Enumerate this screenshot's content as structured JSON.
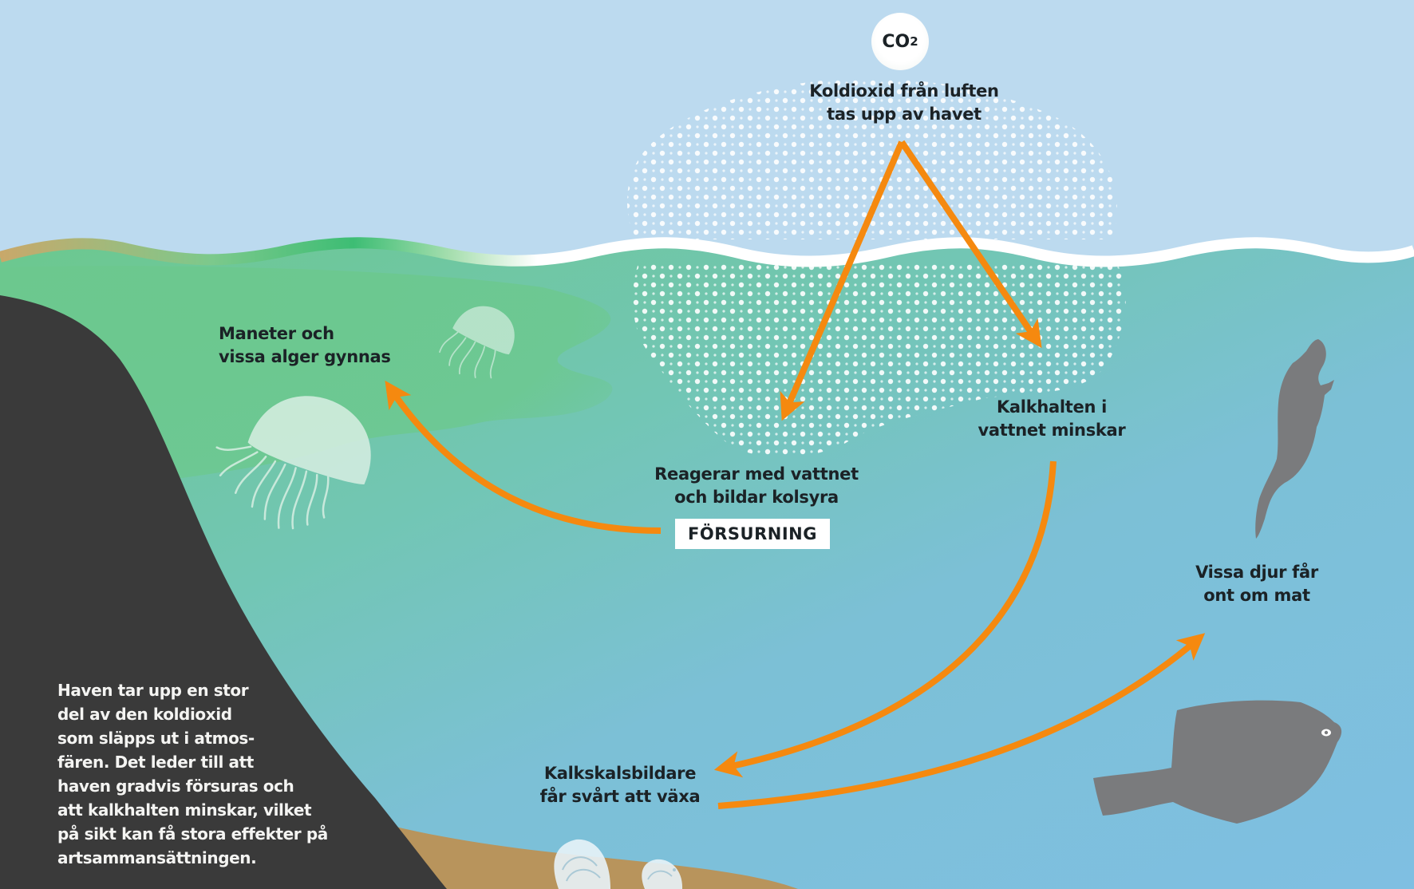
{
  "title": "Havsförsurning",
  "colors": {
    "sky": "#bcdaef",
    "water_blue": "#7fbfe2",
    "water_green": "#6cc88e",
    "land": "#3a3a3a",
    "sand": "#b8945c",
    "arrow": "#f5890f",
    "silhouette": "#7a7b7d",
    "text_dark": "#1b2226",
    "text_light": "#f4f4f2"
  },
  "co2": {
    "symbol": "CO",
    "subscript": "2"
  },
  "labels": {
    "co2_uptake": [
      "Koldioxid från luften",
      "tas upp av havet"
    ],
    "reaction": [
      "Reagerar med vattnet",
      "och bildar kolsyra"
    ],
    "acidification_badge": "FÖRSURNING",
    "jellyfish": [
      "Maneter och",
      "vissa alger gynnas"
    ],
    "lime_content": [
      "Kalkhalten i",
      "vattnet minskar"
    ],
    "shell_builders": [
      "Kalkskalsbildare",
      "får svårt att växa"
    ],
    "food_shortage": [
      "Vissa djur får",
      "ont om mat"
    ]
  },
  "paragraph": [
    "Haven tar upp en stor",
    "del av den koldioxid",
    "som släpps ut i atmos-",
    "fären. Det leder till att",
    "haven gradvis försuras och",
    "att kalkhalten minskar, vilket",
    "på sikt kan få stora effekter på",
    "artsammansättningen."
  ],
  "icons": {
    "co2": "co2-bubble-icon",
    "jellyfish": "jellyfish-icon",
    "bird": "diving-bird-icon",
    "fish": "flatfish-icon",
    "shell": "shell-icon",
    "arrow": "arrow-icon"
  }
}
